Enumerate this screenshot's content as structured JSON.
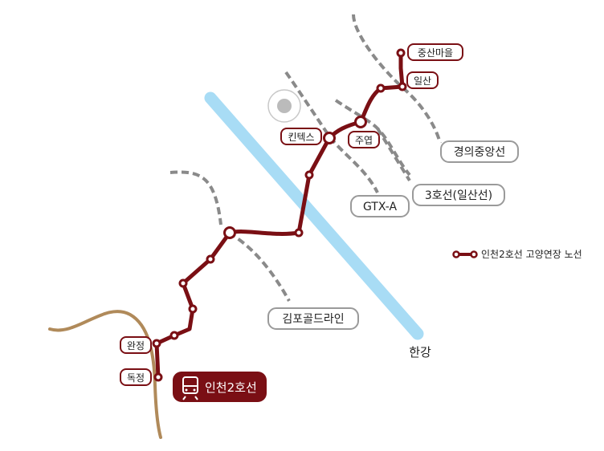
{
  "colors": {
    "line": "#7a0f14",
    "river": "#a8dcf5",
    "stream": "#b08a5a",
    "connector": "#8a8a8a",
    "badge_bg": "#7a0f14"
  },
  "stations": {
    "jungsan": "중산마을",
    "ilsan": "일산",
    "juyeop": "주엽",
    "kintex": "킨텍스",
    "wanjeong": "완정",
    "dokjeong": "독정"
  },
  "connectors": {
    "gyeongui": "경의중앙선",
    "line3": "3호선(일산선)",
    "gtxa": "GTX-A",
    "gimpo": "김포골드라인"
  },
  "river": {
    "label": "한강"
  },
  "legend": {
    "label": "인천2호선 고양연장 노선"
  },
  "badge": {
    "label": "인천2호선",
    "icon": "train-icon"
  }
}
